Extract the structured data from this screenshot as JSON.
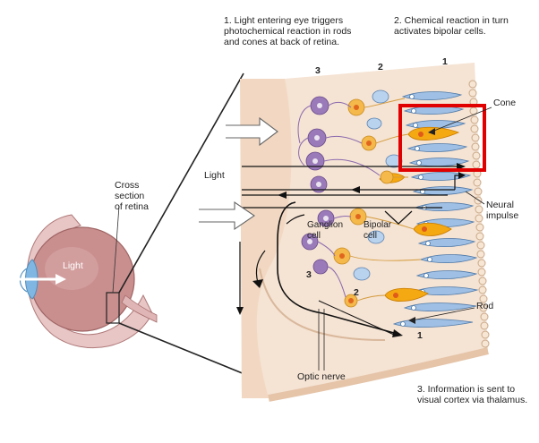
{
  "captions": {
    "step1_line1": "1. Light entering eye triggers",
    "step1_line2": "photochemical reaction in rods",
    "step1_line3": "and cones at back of retina.",
    "step2_line1": "2. Chemical reaction in turn",
    "step2_line2": "activates bipolar cells.",
    "step3_line1": "3. Information is sent to",
    "step3_line2": "visual cortex via thalamus."
  },
  "labels": {
    "cross_section_line1": "Cross",
    "cross_section_line2": "section",
    "cross_section_line3": "of retina",
    "eye_light": "Light",
    "light": "Light",
    "cone": "Cone",
    "neural_line1": "Neural",
    "neural_line2": "impulse",
    "ganglion_line1": "Ganglion",
    "ganglion_line2": "cell",
    "bipolar_line1": "Bipolar",
    "bipolar_line2": "cell",
    "rod": "Rod",
    "optic_nerve": "Optic nerve"
  },
  "layer_numbers": {
    "top_3": "3",
    "top_2": "2",
    "top_1": "1",
    "bottom_3": "3",
    "bottom_2": "2",
    "bottom_1": "1"
  },
  "colors": {
    "highlight": "#e00000",
    "eye": "#c98f8f",
    "tissue": "#f5e3d3",
    "ganglion": "#9a7ab8",
    "bipolar": "#f4b94a",
    "cone": "#f4a812",
    "rod": "#9fc0e4"
  }
}
